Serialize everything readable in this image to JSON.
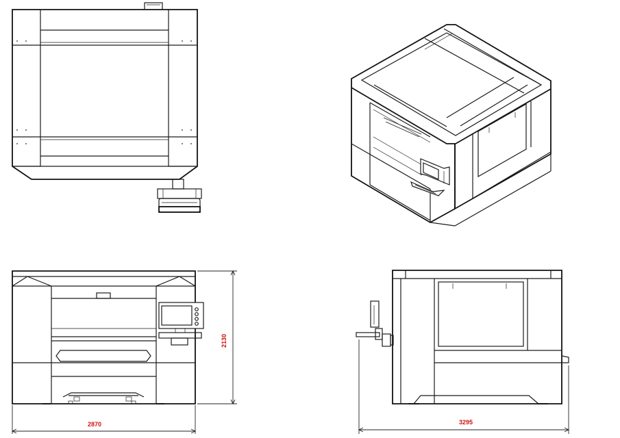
{
  "dimensions": {
    "front_width": "2870",
    "front_height": "2130",
    "side_depth": "3295"
  },
  "colors": {
    "line": "#1a1a1a",
    "dimension_text": "#d01010",
    "background": "#ffffff"
  }
}
